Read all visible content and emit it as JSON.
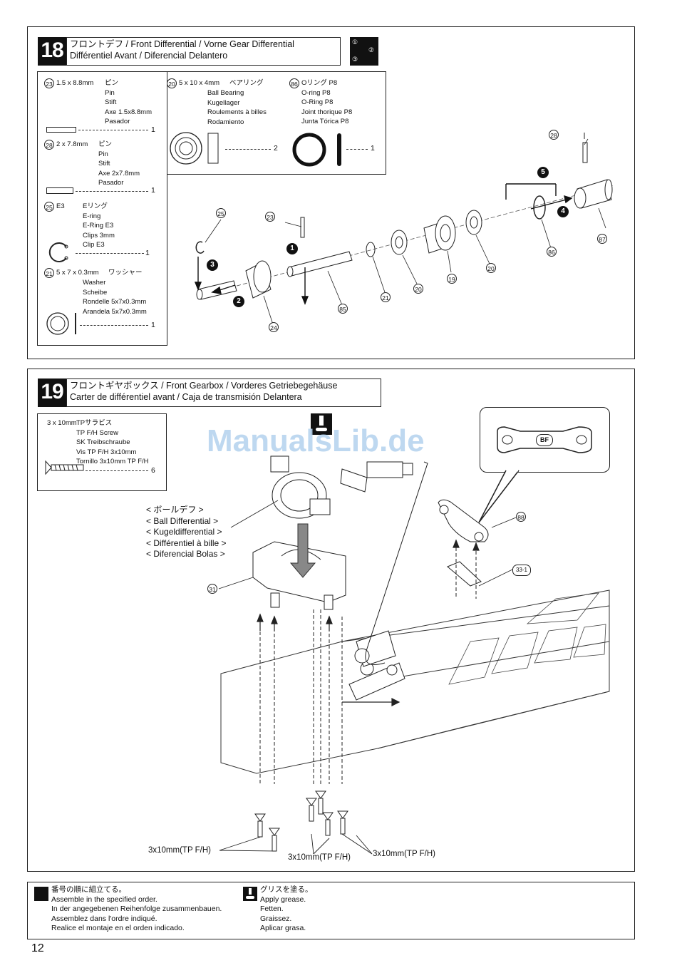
{
  "watermark": "ManualsLib.de",
  "page_number": "12",
  "step18": {
    "number": "18",
    "title_line1": "フロントデフ / Front Differential / Vorne Gear Differential",
    "title_line2": "Différentiel Avant / Diferencial Delantero",
    "order_icon": [
      "①",
      "②",
      "③"
    ],
    "parts": [
      {
        "ref": "23",
        "size": "1.5 x 8.8mm",
        "names": [
          "ピン",
          "Pin",
          "Stift",
          "Axe 1.5x8.8mm",
          "Pasador"
        ],
        "qty": "1"
      },
      {
        "ref": "28",
        "size": "2 x 7.8mm",
        "names": [
          "ピン",
          "Pin",
          "Stift",
          "Axe 2x7.8mm",
          "Pasador"
        ],
        "qty": "1"
      },
      {
        "ref": "25",
        "size": "E3",
        "names": [
          "Eリング",
          "E-ring",
          "E-Ring E3",
          "Clips 3mm",
          "Clip E3"
        ],
        "qty": "1"
      },
      {
        "ref": "21",
        "size": "5 x 7 x 0.3mm",
        "names": [
          "ワッシャー",
          "Washer",
          "Scheibe",
          "Rondelle 5x7x0.3mm",
          "Arandela 5x7x0.3mm"
        ],
        "qty": "1"
      },
      {
        "ref": "20",
        "size": "5 x 10 x 4mm",
        "names": [
          "ベアリング",
          "Ball Bearing",
          "Kugellager",
          "Roulements à billes",
          "Rodamiento"
        ],
        "qty": "2"
      },
      {
        "ref": "86",
        "size": "",
        "names": [
          "Oリング P8",
          "O-ring P8",
          "O-Ring P8",
          "Joint thorique P8",
          "Junta Tórica P8"
        ],
        "qty": "1"
      }
    ],
    "callouts": [
      "28",
      "87",
      "86",
      "20",
      "19",
      "20",
      "21",
      "85",
      "23",
      "25",
      "24"
    ],
    "steps": [
      "1",
      "2",
      "3",
      "4",
      "5"
    ]
  },
  "step19": {
    "number": "19",
    "title_line1": "フロントギヤボックス / Front Gearbox / Vorderes Getriebegehäuse",
    "title_line2": "Carter de différentiel avant / Caja de transmisión Delantera",
    "screw": {
      "size": "3 x 10mm",
      "names": [
        "TPサラビス",
        "TP F/H Screw",
        "SK Treibschraube",
        "Vis TP F/H 3x10mm",
        "Tornillo 3x10mm TP F/H"
      ],
      "qty": "6"
    },
    "ball_diff_labels": [
      "< ボールデフ >",
      "< Ball Differential >",
      "< Kugeldifferential >",
      "< Différentiel à bille >",
      "< Diferencial Bolas >"
    ],
    "inset_badge": "BF",
    "callouts": [
      "31",
      "88",
      "33-1"
    ],
    "screw_labels": [
      "3x10mm(TP F/H)",
      "3x10mm(TP F/H)",
      "3x10mm(TP F/H)"
    ]
  },
  "legend": {
    "order": [
      "番号の順に組立てる。",
      "Assemble in the specified order.",
      "In der angegebenen Reihenfolge zusammenbauen.",
      "Assemblez dans l'ordre indiqué.",
      "Realice el montaje en el orden indicado."
    ],
    "grease": [
      "グリスを塗る。",
      "Apply grease.",
      "Fetten.",
      "Graissez.",
      "Aplicar grasa."
    ]
  }
}
